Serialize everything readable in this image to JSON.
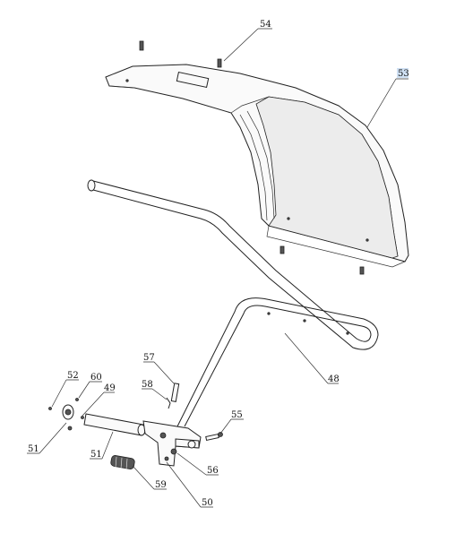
{
  "diagram": {
    "labels": [
      {
        "id": "54",
        "text": "54"
      },
      {
        "id": "53",
        "text": "53",
        "highlighted": true
      },
      {
        "id": "48",
        "text": "48"
      },
      {
        "id": "57",
        "text": "57"
      },
      {
        "id": "58",
        "text": "58"
      },
      {
        "id": "52",
        "text": "52"
      },
      {
        "id": "60",
        "text": "60"
      },
      {
        "id": "49",
        "text": "49"
      },
      {
        "id": "55",
        "text": "55"
      },
      {
        "id": "51a",
        "text": "51"
      },
      {
        "id": "51b",
        "text": "51"
      },
      {
        "id": "56",
        "text": "56"
      },
      {
        "id": "59",
        "text": "59"
      },
      {
        "id": "50",
        "text": "50"
      }
    ],
    "colors": {
      "line": "#222222",
      "highlight": "#cfe0f3",
      "background": "#ffffff"
    }
  }
}
